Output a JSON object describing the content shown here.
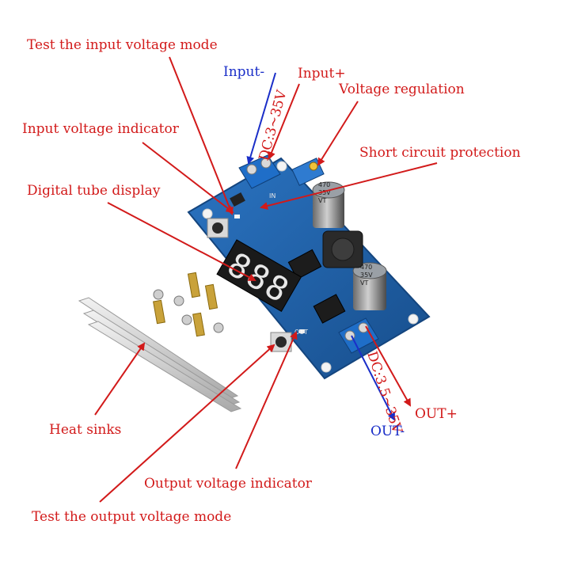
{
  "labels": {
    "test_input_mode": "Test the input voltage mode",
    "input_minus": "Input-",
    "input_plus": "Input+",
    "voltage_regulation": "Voltage regulation",
    "input_voltage_indicator": "Input voltage indicator",
    "dc_input_range": "DC:3~35V",
    "short_circuit_protection": "Short circuit protection",
    "digital_tube_display": "Digital tube display",
    "heat_sinks": "Heat sinks",
    "dc_output_range": "DC:3.5~35V",
    "out_plus": "OUT+",
    "out_minus": "OUT-",
    "output_voltage_indicator": "Output voltage indicator",
    "test_output_mode": "Test the output voltage mode"
  },
  "board": {
    "display_digits": "888",
    "cap_top": [
      "470",
      "35V",
      "VT"
    ],
    "cap_bottom": [
      "470",
      "35V",
      "VT"
    ],
    "silk_in": "IN",
    "silk_out": "OUT"
  },
  "colors": {
    "arrow_red": "#d21a1a",
    "arrow_blue": "#1a2ec8",
    "pcb_blue": "#1f5fa8",
    "display_dark": "#1a1a1a",
    "digit": "#e8e8e8"
  }
}
